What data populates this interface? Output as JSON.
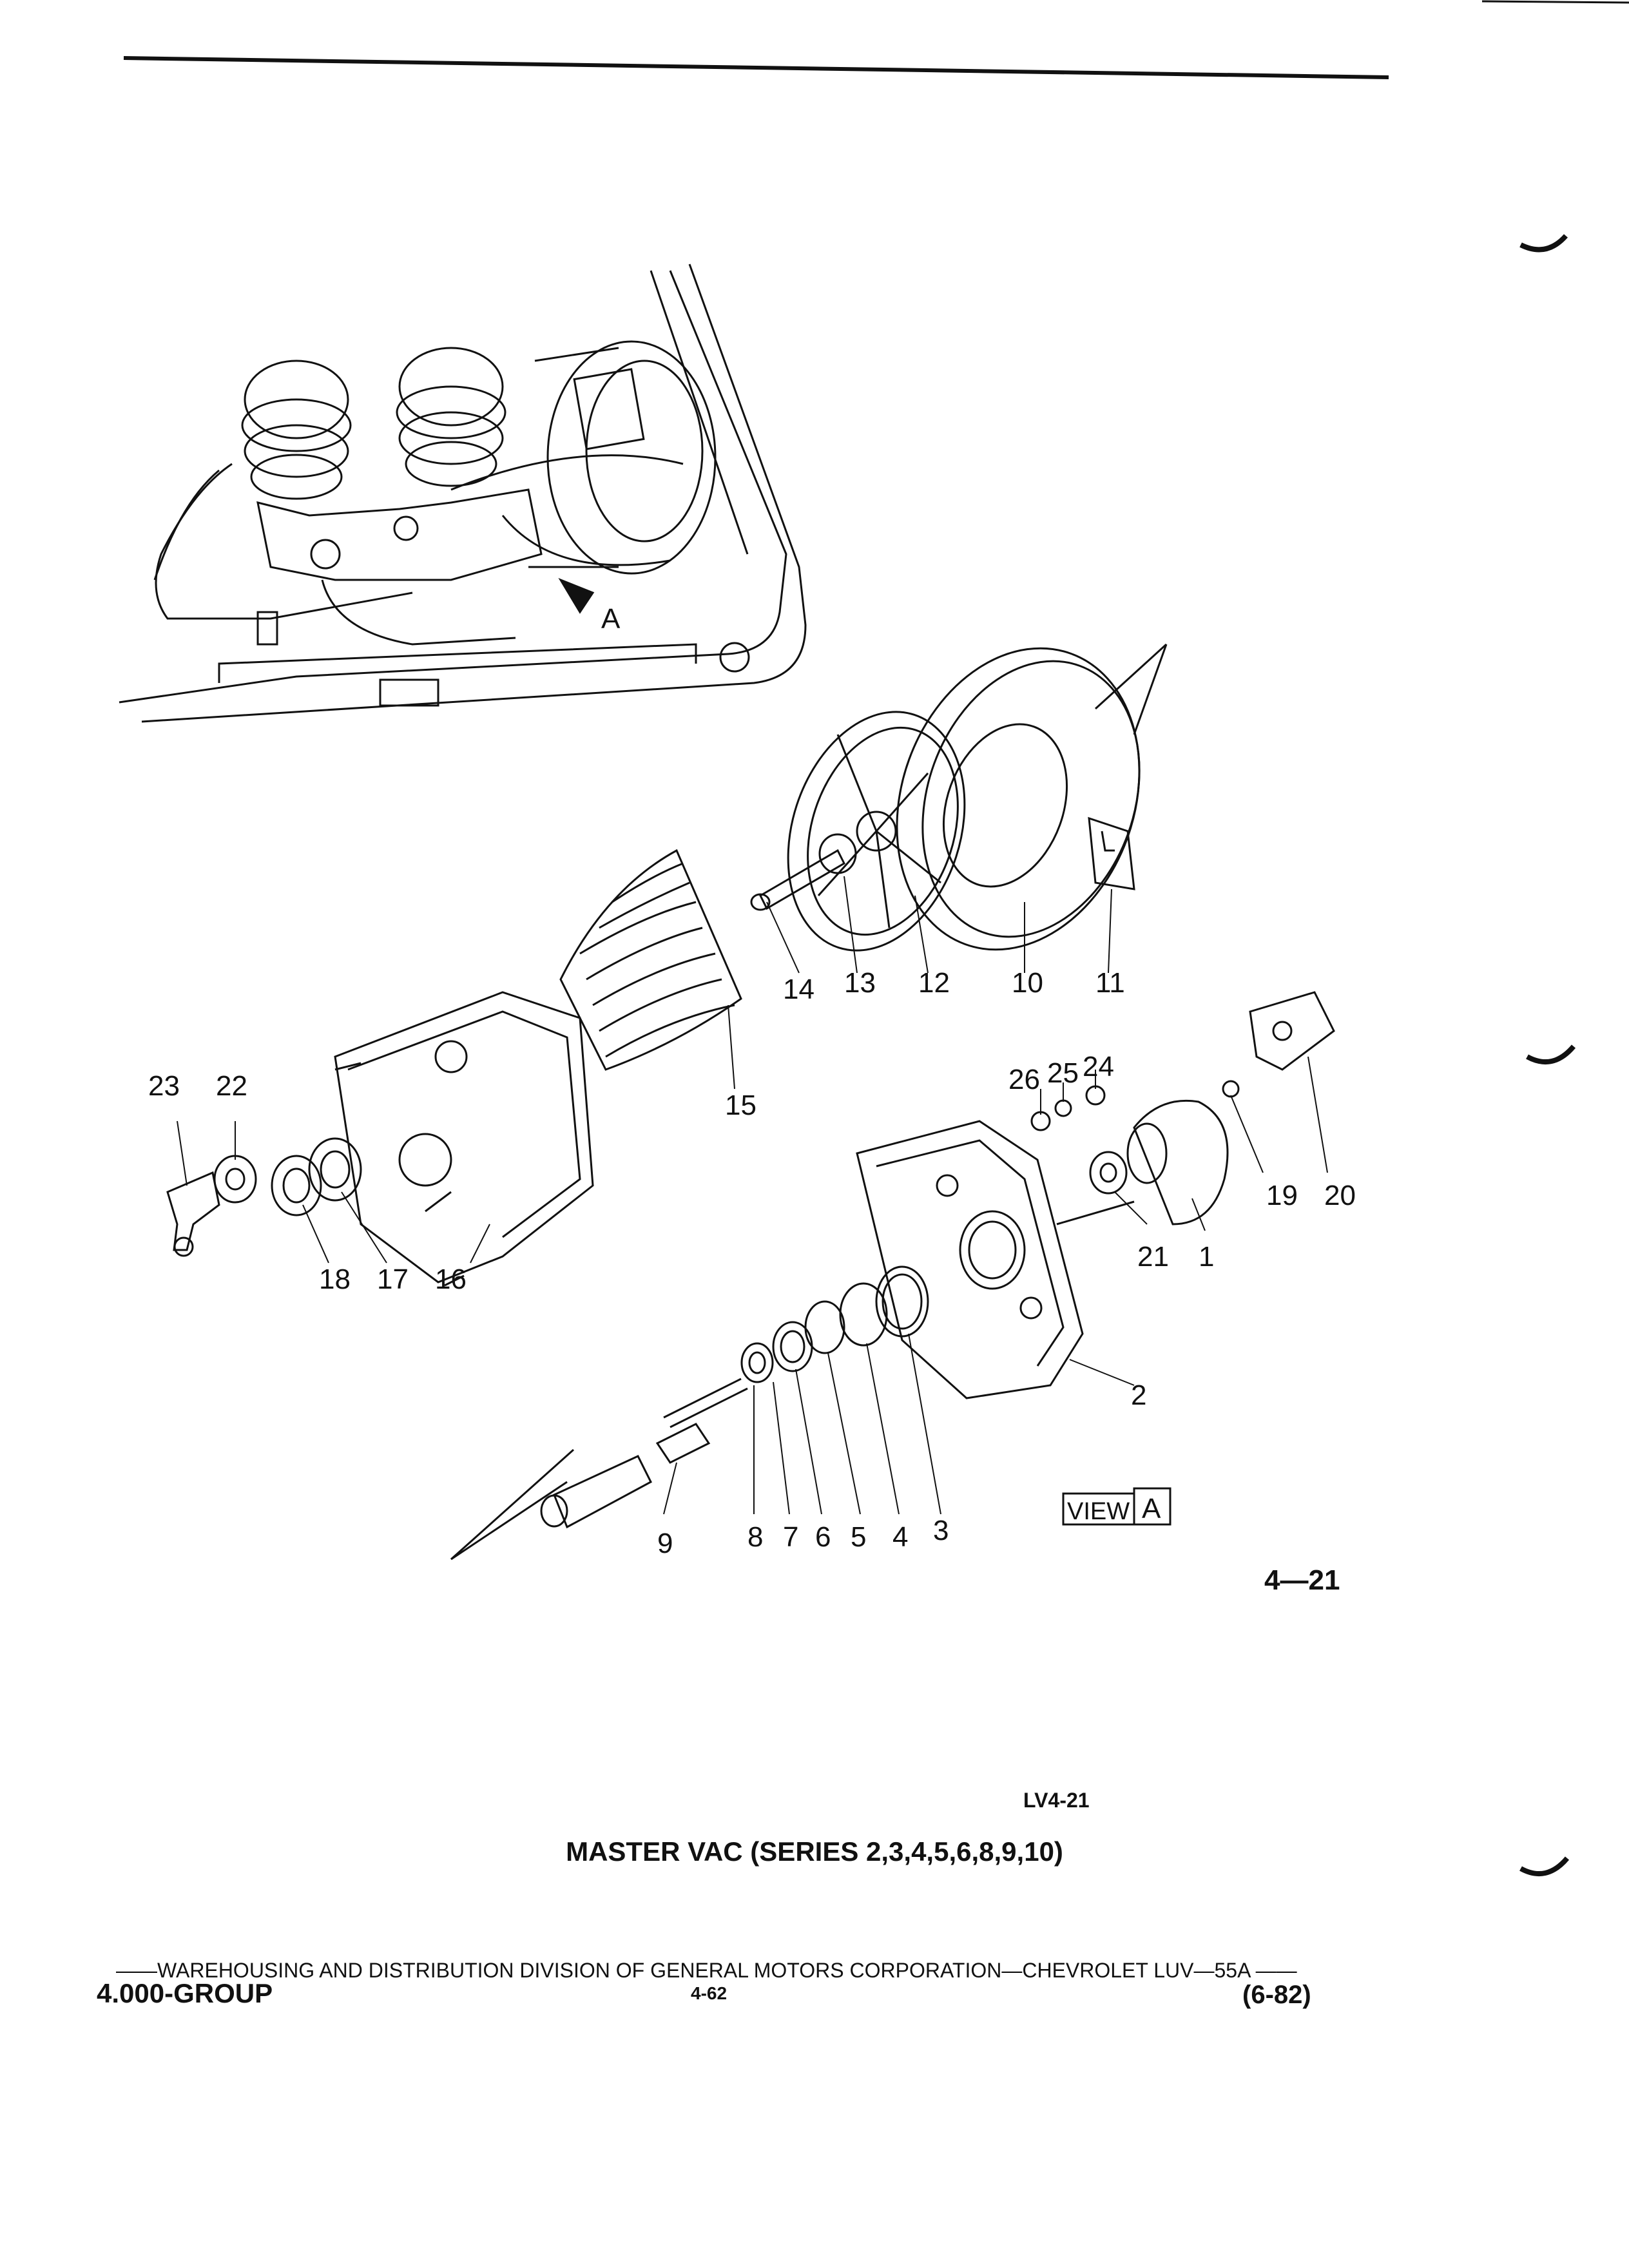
{
  "callouts": {
    "c1": "1",
    "c2": "2",
    "c3": "3",
    "c4": "4",
    "c5": "5",
    "c6": "6",
    "c7": "7",
    "c8": "8",
    "c9": "9",
    "c10": "10",
    "c11": "11",
    "c12": "12",
    "c13": "13",
    "c14": "14",
    "c15": "15",
    "c16": "16",
    "c17": "17",
    "c18": "18",
    "c19": "19",
    "c20": "20",
    "c21": "21",
    "c22": "22",
    "c23": "23",
    "c24": "24",
    "c25": "25",
    "c26": "26"
  },
  "view_marker_letter": "A",
  "view_label": {
    "view": "VIEW",
    "letter": "A"
  },
  "figure_number": "4—21",
  "drawing_code": "LV4-21",
  "caption": "MASTER VAC (SERIES 2,3,4,5,6,8,9,10)",
  "footer": {
    "line": "——WAREHOUSING AND DISTRIBUTION  DIVISION OF GENERAL MOTORS CORPORATION—CHEVROLET LUV—55A  ——",
    "group": "4.000-GROUP",
    "page": "4-62",
    "edition": "(6-82)"
  }
}
